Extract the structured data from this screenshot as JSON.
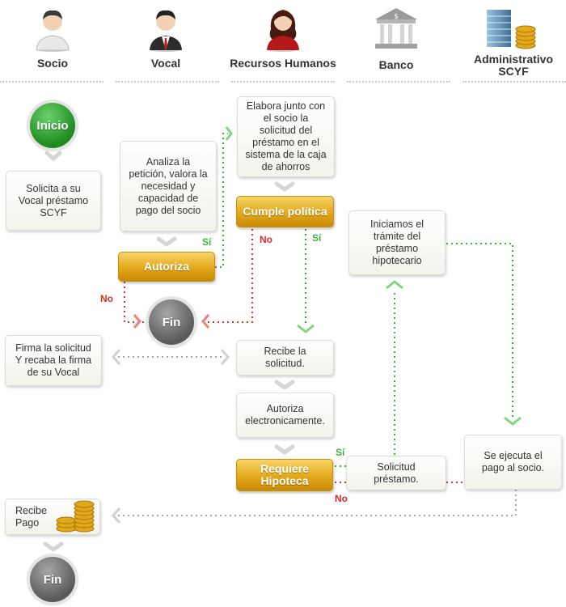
{
  "lanes": {
    "socio": "Socio",
    "vocal": "Vocal",
    "rh": "Recursos Humanos",
    "banco": "Banco",
    "admin": "Administrativo SCYF"
  },
  "nodes": {
    "inicio": "Inicio",
    "solicita": "Solicita  a su Vocal préstamo SCYF",
    "analiza": "Analiza la petición, valora la necesidad y capacidad de pago del socio",
    "elabora": "Elabora junto con el socio la solicitud del préstamo en el sistema de la caja de ahorros",
    "cumple": "Cumple política",
    "autoriza": "Autoriza",
    "iniciamos": "Iniciamos el trámite del préstamo hipotecario",
    "fin1": "Fin",
    "firma": "Firma la solicitud Y recaba la firma de su Vocal",
    "recibe_solicitud": "Recibe la solicitud.",
    "autoriza_elec": "Autoriza electronicamente.",
    "requiere": "Requiere Hipoteca",
    "solicitud_prestamo": "Solicitud préstamo.",
    "ejecuta": "Se ejecuta el pago al socio.",
    "recibe_pago": "Recibe Pago",
    "fin2": "Fin"
  },
  "edge_labels": {
    "si_autoriza": "Sí",
    "no_autoriza": "No",
    "no_cumple": "No",
    "si_cumple": "Sí",
    "si_requiere": "Sí",
    "no_requiere": "No"
  },
  "colors": {
    "yes_line": "#33b833",
    "no_line": "#e03030",
    "neutral_line": "#a8a8a8",
    "gold": "#e3a81a",
    "start": "#1d8b1d",
    "end": "#5a5a5a"
  }
}
